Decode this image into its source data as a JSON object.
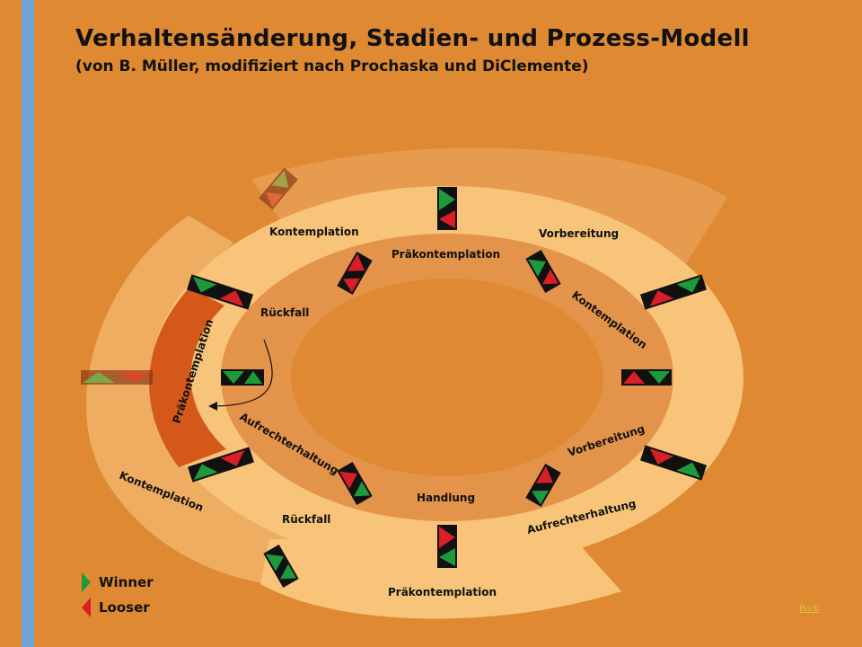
{
  "title": "Verhaltensänderung,  Stadien- und Prozess-Modell",
  "subtitle": "(von B. Müller, modifiziert nach Prochaska und DiClemente)",
  "inner_ring": {
    "top": "Präkontemplation",
    "upper_right": "Kontemplation",
    "lower_right": "Vorbereitung",
    "bottom": "Handlung",
    "lower_left": "Aufrechterhaltung",
    "upper_left": "Rückfall"
  },
  "outer_ring": {
    "upper_left": "Kontemplation",
    "upper_right": "Vorbereitung",
    "left_highlight": "Präkontemplation",
    "lower_left": "Rückfall",
    "lower_right": "Aufrechterhaltung",
    "bottom": "Präkontemplation",
    "far_left": "Kontemplation"
  },
  "legend": {
    "winner": "Winner",
    "looser": "Looser"
  },
  "back_link": "Back",
  "colors": {
    "background": "#df8a32",
    "sidebar": "#6fa6d8",
    "ring_light": "#f7c47a",
    "ring_inner": "#e4934a",
    "highlight": "#d4581a",
    "winner": "#1e9a3c",
    "looser": "#d81e26"
  }
}
